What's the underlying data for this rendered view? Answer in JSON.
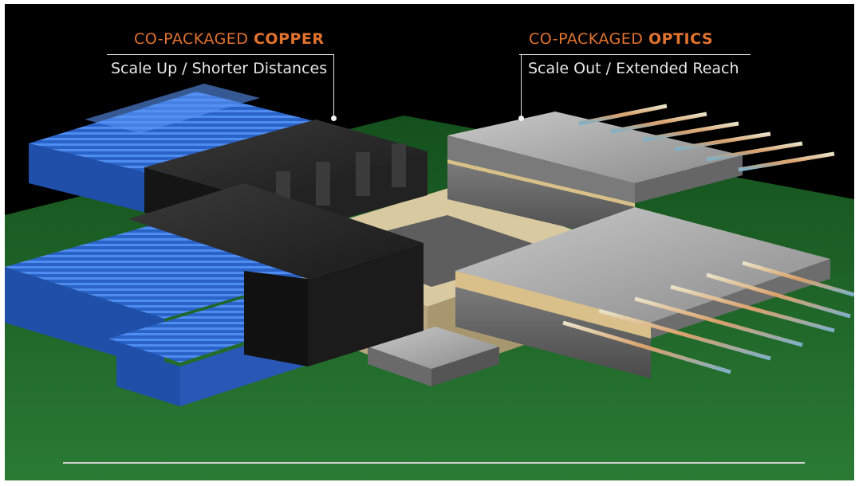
{
  "labels": {
    "copper": {
      "prefix": "CO-PACKAGED ",
      "emphasis": "COPPER",
      "subtitle": "Scale Up / Shorter Distances"
    },
    "optics": {
      "prefix": "CO-PACKAGED ",
      "emphasis": "OPTICS",
      "subtitle": "Scale Out / Extended Reach"
    }
  },
  "colors": {
    "accent": "#e2732e",
    "board": "#1f6a2a",
    "copper_cable": "#2f6fd6",
    "optic_module": "#9a9a9a"
  }
}
